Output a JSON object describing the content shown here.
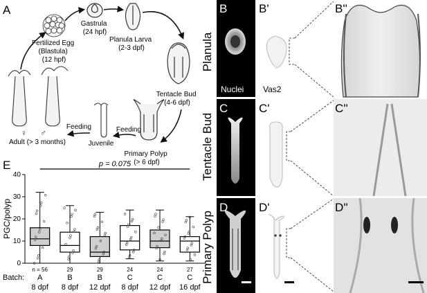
{
  "panel_labels": {
    "A": "A",
    "B": "B",
    "B1": "B'",
    "B2": "B''",
    "C": "C",
    "C1": "C'",
    "C2": "C''",
    "D": "D",
    "D1": "D'",
    "D2": "D''",
    "E": "E"
  },
  "row_labels": [
    "Planula",
    "Tentacle Bud",
    "Primary Polyp"
  ],
  "image_labels": {
    "nuclei": "Nuclei",
    "vas2": "Vas2"
  },
  "lifecycle": {
    "fertilized_egg": [
      "Fertilized Egg",
      "(Blastula)",
      "(12 hpf)"
    ],
    "gastrula": [
      "Gastrula",
      "(24 hpf)"
    ],
    "planula_larva": [
      "Planula Larva",
      "(2-3 dpf)"
    ],
    "tentacle_bud": [
      "Tentacle Bud",
      "(4-6 dpf)"
    ],
    "primary_polyp": [
      "Primary Polyp",
      "(> 6 dpf)"
    ],
    "juvenile": [
      "Juvenile"
    ],
    "adult": [
      "Adult (> 3 months)"
    ],
    "feeding1": "Feeding",
    "feeding2": "Feeding"
  },
  "chart_data": {
    "type": "box",
    "ylabel": "PGC/polyp",
    "ylim": [
      0,
      40
    ],
    "yticks": [
      0,
      10,
      20,
      30,
      40
    ],
    "xaxis_label": "Batch:",
    "pvalue_text": "p = 0.075",
    "groups": [
      {
        "batch": "A",
        "age": "8 dpf",
        "n": "n = 56",
        "min": 0,
        "q1": 8,
        "median": 11,
        "q3": 16,
        "max": 32,
        "shaded": true
      },
      {
        "batch": "B",
        "age": "8 dpf",
        "n": "29",
        "min": 0,
        "q1": 5,
        "median": 8,
        "q3": 14,
        "max": 26,
        "shaded": false
      },
      {
        "batch": "B",
        "age": "12 dpf",
        "n": "29",
        "min": 0,
        "q1": 3,
        "median": 5,
        "q3": 12,
        "max": 23,
        "shaded": true
      },
      {
        "batch": "C",
        "age": "8 dpf",
        "n": "24",
        "min": 2,
        "q1": 6,
        "median": 10,
        "q3": 17,
        "max": 24,
        "shaded": false
      },
      {
        "batch": "C",
        "age": "12 dpf",
        "n": "24",
        "min": 1,
        "q1": 7,
        "median": 10,
        "q3": 15,
        "max": 24,
        "shaded": true
      },
      {
        "batch": "C",
        "age": "16 dpf",
        "n": "27",
        "min": 1,
        "q1": 5,
        "median": 10,
        "q3": 12,
        "max": 21,
        "shaded": false
      }
    ]
  }
}
